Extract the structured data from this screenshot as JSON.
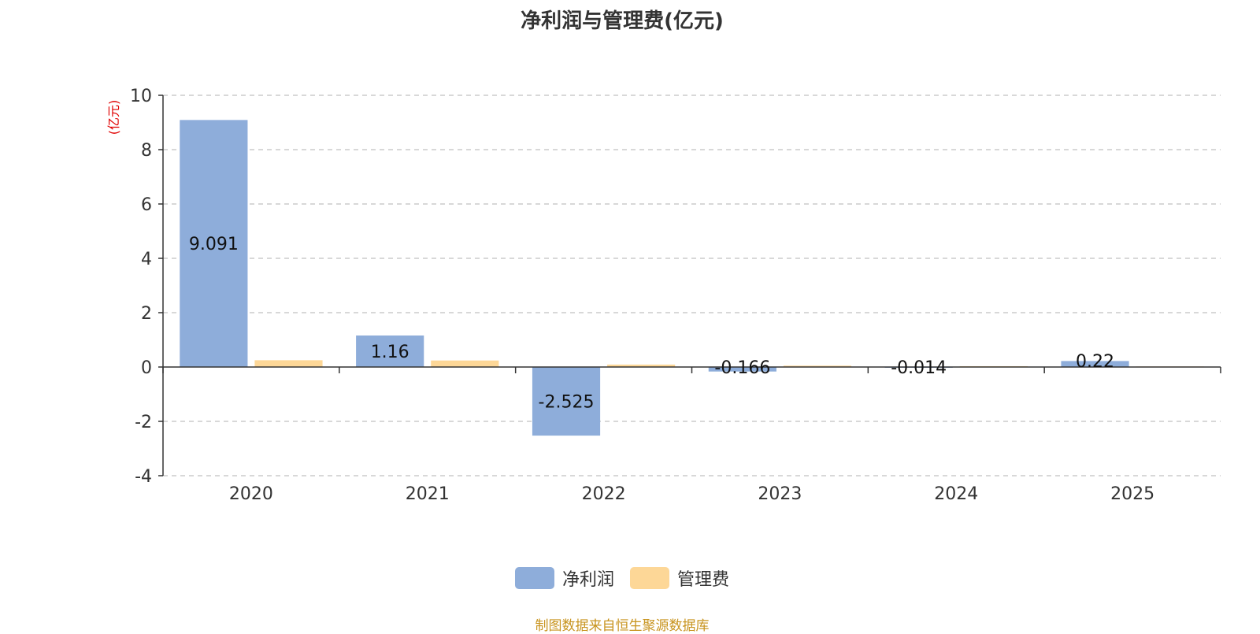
{
  "chart_data": {
    "type": "bar",
    "title": "净利润与管理费(亿元)",
    "ylabel": "(亿元)",
    "xlabel": "",
    "categories": [
      "2020",
      "2021",
      "2022",
      "2023",
      "2024",
      "2025"
    ],
    "ylim": [
      -4,
      10
    ],
    "yticks": [
      -4,
      -2,
      0,
      2,
      4,
      6,
      8,
      10
    ],
    "grid": true,
    "legend_position": "bottom",
    "series": [
      {
        "name": "净利润",
        "color": "#8eadda",
        "values": [
          9.091,
          1.16,
          -2.525,
          -0.166,
          -0.014,
          0.22
        ],
        "labels": [
          "9.091",
          "1.16",
          "-2.525",
          "-0.166",
          "-0.014",
          "0.22"
        ]
      },
      {
        "name": "管理费",
        "color": "#fdd797",
        "values": [
          0.25,
          0.24,
          0.09,
          0.05,
          0.03,
          0.02
        ]
      }
    ]
  },
  "footer": {
    "source": "制图数据来自恒生聚源数据库"
  }
}
